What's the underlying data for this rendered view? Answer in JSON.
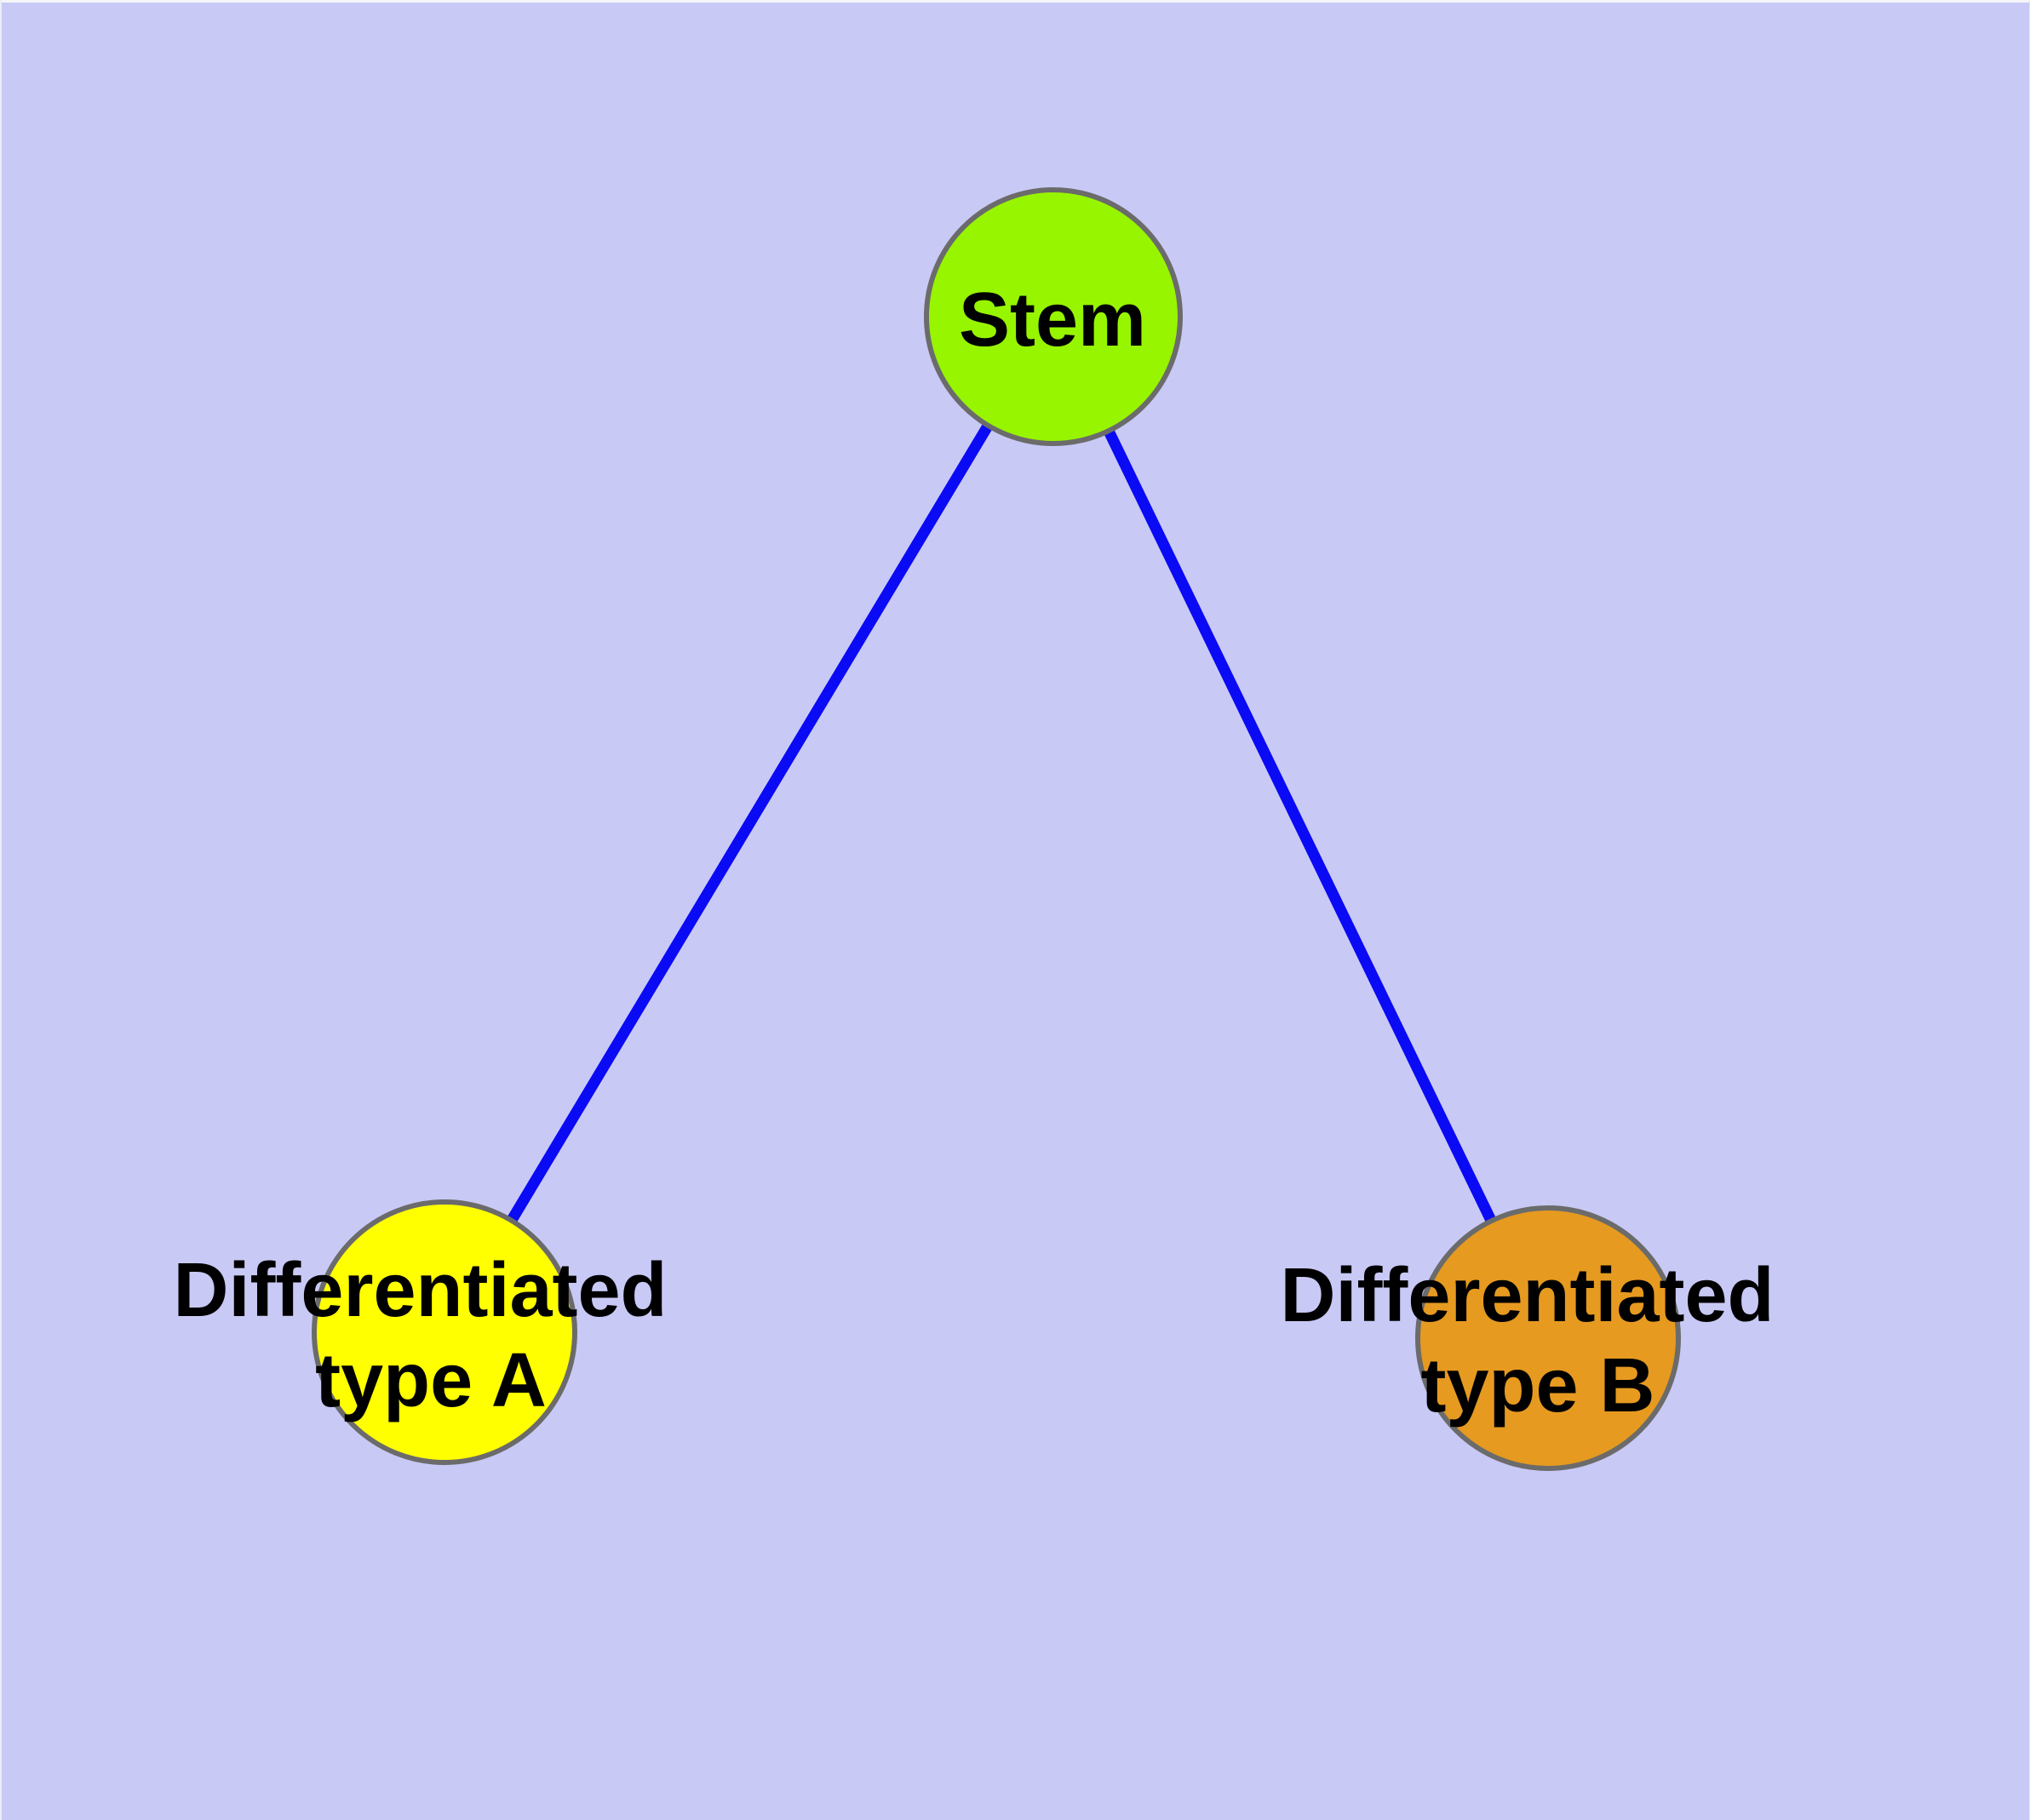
{
  "diagram": {
    "background_color": "#c9c9f6",
    "edge_color": "#0a0af5",
    "node_border_color": "#6b6b6b",
    "label_color": "#000000",
    "nodes": [
      {
        "id": "stem",
        "label_line1": "Stem",
        "label_line2": "",
        "fill": "#97f500"
      },
      {
        "id": "differentiated-type-a",
        "label_line1": "Differentiated",
        "label_line2": "type A",
        "fill": "#ffff00"
      },
      {
        "id": "differentiated-type-b",
        "label_line1": "Differentiated",
        "label_line2": "type B",
        "fill": "#e69a20"
      }
    ],
    "edges": [
      {
        "from": "Stem",
        "to": "Differentiated type A"
      },
      {
        "from": "Stem",
        "to": "Differentiated type B"
      }
    ]
  }
}
